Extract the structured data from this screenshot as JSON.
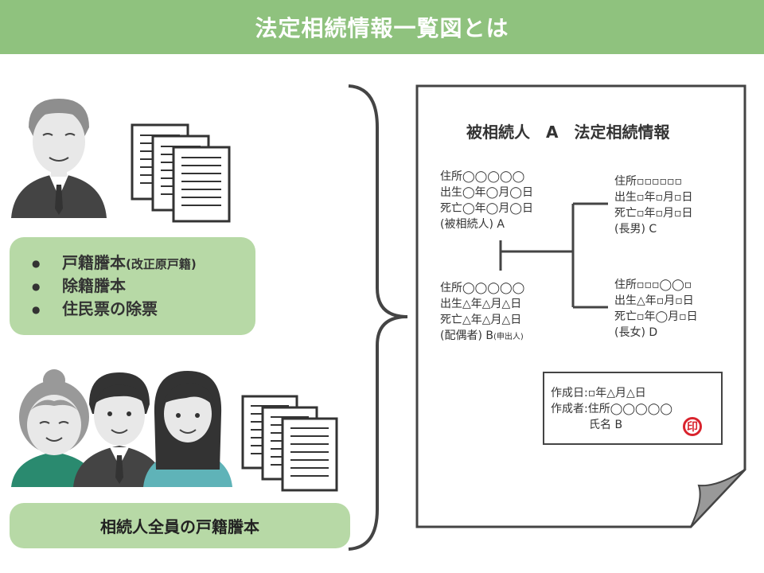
{
  "header": {
    "title": "法定相続情報一覧図とは"
  },
  "left": {
    "documents": [
      {
        "label": "戸籍謄本",
        "note": "(改正原戸籍)"
      },
      {
        "label": "除籍謄本",
        "note": ""
      },
      {
        "label": "住民票の除票",
        "note": ""
      }
    ],
    "bullet": "●",
    "heirs_caption": "相続人全員の戸籍謄本"
  },
  "sheet": {
    "title": "被相続人　A　法定相続情報",
    "decedent": [
      "住所◯◯◯◯◯",
      "出生◯年◯月◯日",
      "死亡◯年◯月◯日",
      "(被相続人)  A"
    ],
    "spouse": [
      "住所◯◯◯◯◯",
      "出生△年△月△日",
      "死亡△年△月△日"
    ],
    "spouse_role": "(配偶者)  B",
    "spouse_note": "(申出人)",
    "son": [
      "住所▫▫▫▫▫▫",
      "出生▫年▫月▫日",
      "死亡▫年▫月▫日",
      "(長男)  C"
    ],
    "daughter": [
      "住所▫▫▫◯◯▫",
      "出生△年▫月▫日",
      "死亡▫年◯月▫日",
      "(長女)  D"
    ],
    "creation": {
      "date": "作成日:▫年△月△日",
      "author": "作成者:住所◯◯◯◯◯",
      "name": "氏名  B",
      "seal": "印"
    }
  }
}
